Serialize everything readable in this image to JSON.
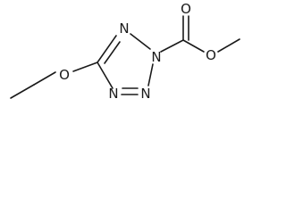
{
  "molecule": {
    "atoms": {
      "n1": "N",
      "n2": "N",
      "n3": "N",
      "n4": "N",
      "o_ether": "O",
      "o_carbonyl": "O",
      "o_ester": "O"
    }
  },
  "colors": {
    "bond": "#1a1a1a",
    "text": "#1a1a1a",
    "background": "#ffffff"
  }
}
